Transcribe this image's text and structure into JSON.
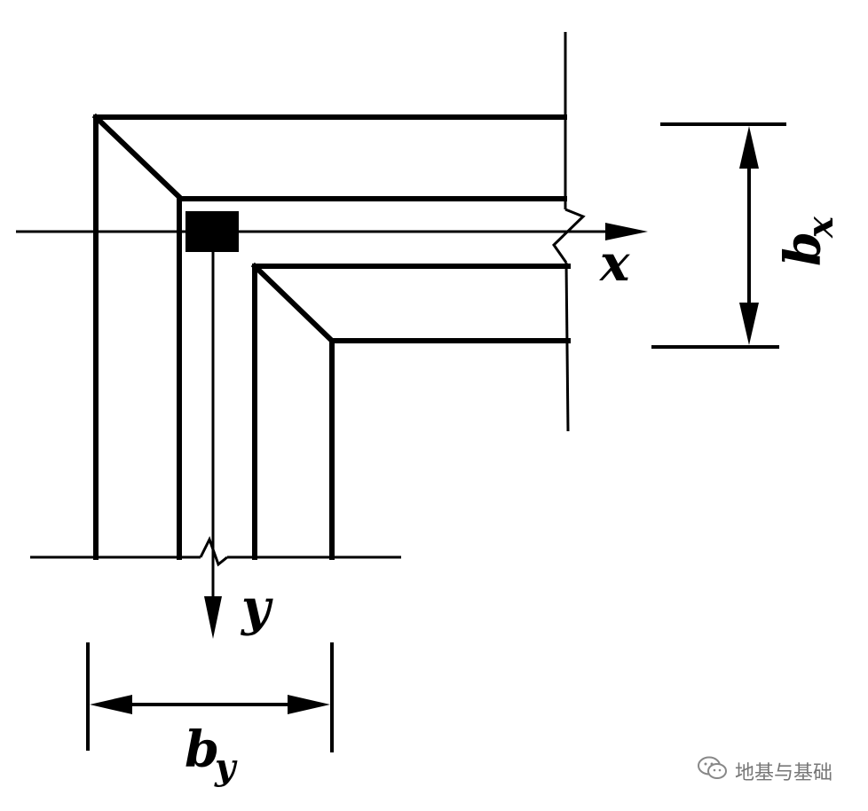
{
  "labels": {
    "x_axis": "x",
    "y_axis": "y",
    "bx_main": "b",
    "bx_sub": "x",
    "by_main": "b",
    "by_sub": "y"
  },
  "watermark": {
    "icon": "wechat-icon",
    "text": "地基与基础"
  },
  "colors": {
    "ink": "#000000",
    "watermark": "#777777",
    "background": "#ffffff"
  }
}
